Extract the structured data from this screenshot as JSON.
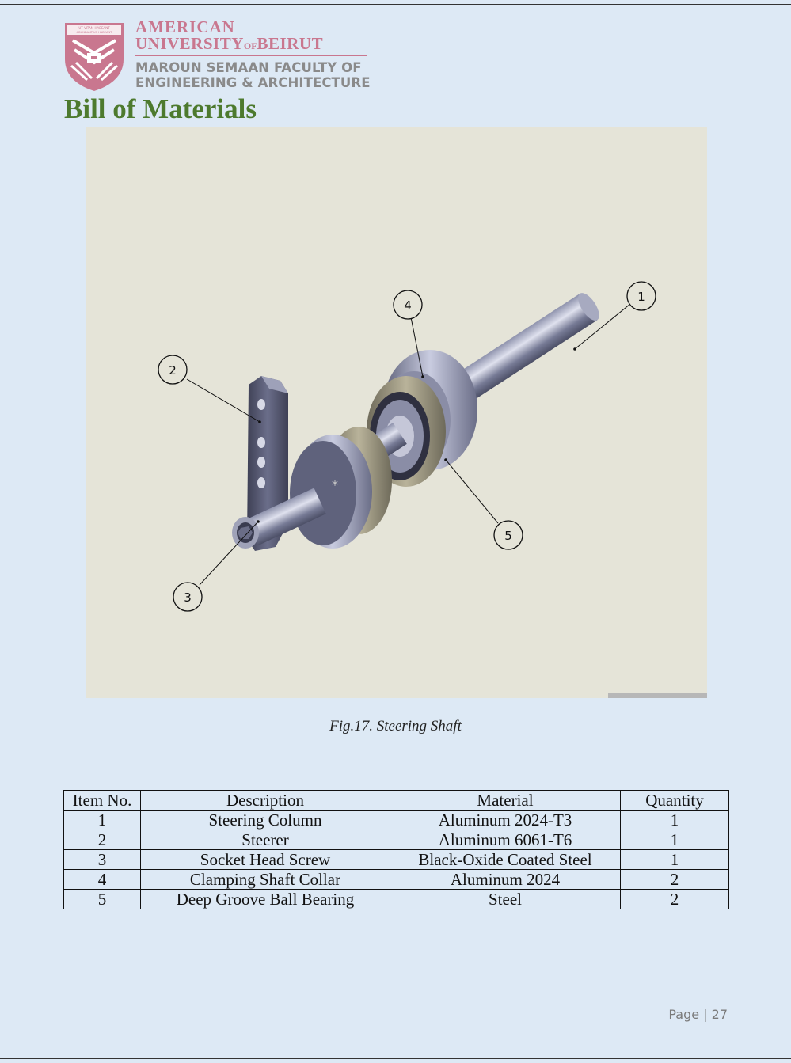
{
  "header": {
    "shield_motto_lines": [
      "UT VITAM HABEANT",
      "ABUNDANTIUS HABEANT"
    ],
    "university_line1": "AMERICAN",
    "university_line2_a": "UNIVERSITY",
    "university_line2_of": "OF",
    "university_line2_b": "BEIRUT",
    "faculty_line1": "MAROUN SEMAAN FACULTY OF",
    "faculty_line2": "ENGINEERING & ARCHITECTURE",
    "brand_color": "#c9778f"
  },
  "page_title": "Bill of Materials",
  "figure": {
    "callouts": [
      "1",
      "2",
      "3",
      "4",
      "5"
    ],
    "caption": "Fig.17. Steering Shaft"
  },
  "bom_table": {
    "headers": [
      "Item No.",
      "Description",
      "Material",
      "Quantity"
    ],
    "rows": [
      [
        "1",
        "Steering Column",
        "Aluminum 2024-T3",
        "1"
      ],
      [
        "2",
        "Steerer",
        "Aluminum 6061-T6",
        "1"
      ],
      [
        "3",
        "Socket Head Screw",
        "Black-Oxide Coated Steel",
        "1"
      ],
      [
        "4",
        "Clamping Shaft Collar",
        "Aluminum 2024",
        "2"
      ],
      [
        "5",
        "Deep Groove Ball Bearing",
        "Steel",
        "2"
      ]
    ]
  },
  "footer": {
    "page_label": "Page",
    "separator": "|",
    "page_number": "27"
  }
}
